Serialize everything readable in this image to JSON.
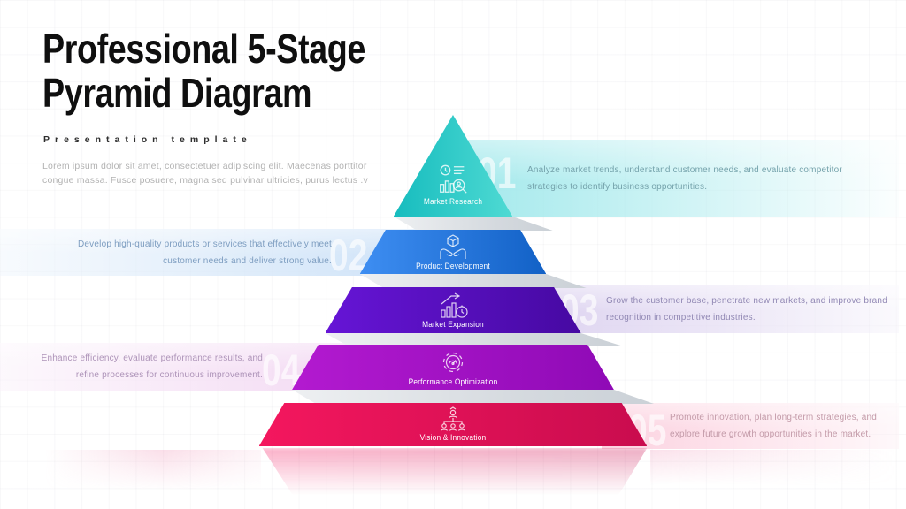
{
  "header": {
    "title_line1": "Professional 5-Stage",
    "title_line2": "Pyramid Diagram",
    "subtitle": "Presentation template",
    "description": "Lorem ipsum dolor sit amet, consectetuer adipiscing elit. Maecenas porttitor congue massa. Fusce posuere, magna sed pulvinar ultricies, purus lectus .v"
  },
  "stages": [
    {
      "number": "01",
      "label": "Market Research",
      "side": "right",
      "icon": "market-research-icon",
      "layer": {
        "from": "#16bcbe",
        "to": "#4fdad3"
      },
      "ribbon": {
        "from": "#9fe8eb",
        "to": "rgba(235,251,252,0.18)"
      },
      "text_color": "#74a2ab",
      "description": "Analyze market trends, understand customer needs, and evaluate competitor strategies to identify business opportunities."
    },
    {
      "number": "02",
      "label": "Product Development",
      "side": "left",
      "icon": "product-development-icon",
      "layer": {
        "from": "#3e8ef2",
        "to": "#1261c6"
      },
      "ribbon": {
        "from": "#cfe3f8",
        "to": "rgba(238,245,252,0.45)"
      },
      "text_color": "#7d9dc0",
      "description": "Develop high-quality products or services that effectively meet customer needs and deliver strong value."
    },
    {
      "number": "03",
      "label": "Market Expansion",
      "side": "right",
      "icon": "market-expansion-icon",
      "layer": {
        "from": "#6615d6",
        "to": "#4609a2"
      },
      "ribbon": {
        "from": "#ddd3f0",
        "to": "rgba(244,241,250,0.4)"
      },
      "text_color": "#9188b4",
      "description": "Grow the customer base, penetrate new markets, and improve brand recognition in competitive industries."
    },
    {
      "number": "04",
      "label": "Performance Optimization",
      "side": "left",
      "icon": "performance-optimization-icon",
      "layer": {
        "from": "#b31ad0",
        "to": "#8f0ab6"
      },
      "ribbon": {
        "from": "#f2d7f2",
        "to": "rgba(250,240,250,0.45)"
      },
      "text_color": "#ad93b8",
      "description": "Enhance efficiency, evaluate performance results, and refine processes for continuous improvement."
    },
    {
      "number": "05",
      "label": "Vision & Innovation",
      "side": "right",
      "icon": "vision-innovation-icon",
      "layer": {
        "from": "#f4175e",
        "to": "#c90c4e"
      },
      "ribbon": {
        "from": "#fcd2e0",
        "to": "rgba(253,240,245,0.45)"
      },
      "text_color": "#c39aa8",
      "description": "Promote innovation, plan long-term strategies, and explore future growth opportunities in the market."
    }
  ]
}
